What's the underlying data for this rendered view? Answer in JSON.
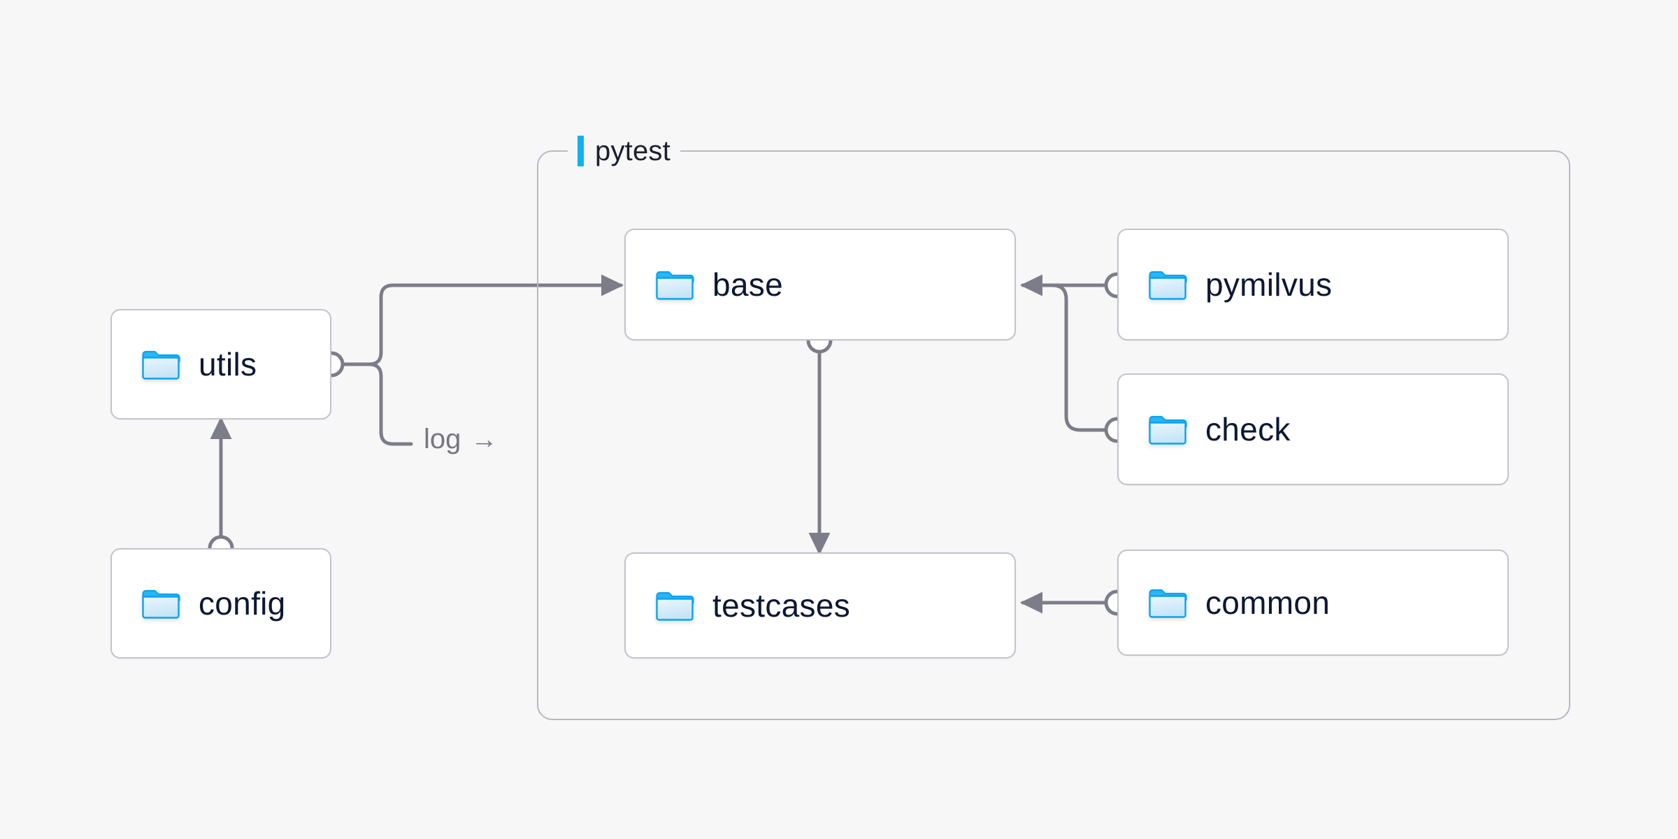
{
  "diagram": {
    "title_visible": false,
    "background_color": "#f7f7f8",
    "accent_color": "#14b0ee",
    "node_border_color": "#c3c3cd",
    "edge_color": "#7d7d89",
    "text_color": "#0c1733"
  },
  "group": {
    "label": "pytest",
    "accent_icon": "accent-bar-icon"
  },
  "nodes": [
    {
      "id": "utils",
      "label": "utils",
      "icon": "folder-icon"
    },
    {
      "id": "config",
      "label": "config",
      "icon": "folder-icon"
    },
    {
      "id": "base",
      "label": "base",
      "icon": "folder-icon"
    },
    {
      "id": "testcases",
      "label": "testcases",
      "icon": "folder-icon"
    },
    {
      "id": "pymilvus",
      "label": "pymilvus",
      "icon": "folder-icon"
    },
    {
      "id": "check",
      "label": "check",
      "icon": "folder-icon"
    },
    {
      "id": "common",
      "label": "common",
      "icon": "folder-icon"
    }
  ],
  "edges": [
    {
      "id": "config-to-utils",
      "from": "config",
      "to": "utils",
      "label": ""
    },
    {
      "id": "utils-to-base",
      "from": "utils",
      "to": "base",
      "label": ""
    },
    {
      "id": "utils-to-log",
      "from": "utils",
      "to": "pytest",
      "label": "log"
    },
    {
      "id": "base-to-testcases",
      "from": "base",
      "to": "testcases",
      "label": ""
    },
    {
      "id": "pymilvus-to-base",
      "from": "pymilvus",
      "to": "base",
      "label": ""
    },
    {
      "id": "check-to-base",
      "from": "check",
      "to": "base",
      "label": ""
    },
    {
      "id": "common-to-testcases",
      "from": "common",
      "to": "testcases",
      "label": ""
    }
  ],
  "edge_labels": {
    "log": "log",
    "log_arrow_glyph": "→"
  }
}
